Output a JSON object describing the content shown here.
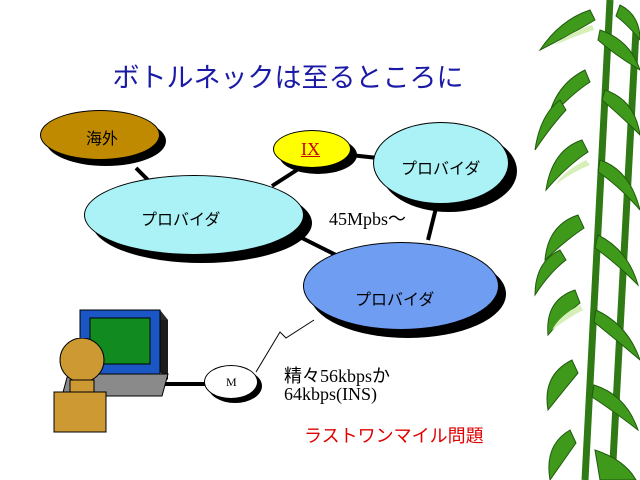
{
  "slide": {
    "title": "ボトルネックは至るところに",
    "nodes": {
      "overseas": "海外",
      "ix": "IX",
      "provider_left": "プロバイダ",
      "provider_top_right": "プロバイダ",
      "provider_bottom": "プロバイダ",
      "modem": "M"
    },
    "backbone_speed": "45Mpbs〜",
    "access_speed_line1": "精々56kbpsか",
    "access_speed_line2": "64kbps(INS)",
    "problem_label": "ラストワンマイル問題"
  },
  "colors": {
    "title": "#1a1aa6",
    "overseas_fill": "#c08a00",
    "ix_fill": "#ffff00",
    "ix_text": "#cc0000",
    "provider_light_fill": "#aaf2f6",
    "provider_blue_fill": "#6f9df2",
    "problem_text": "#e00000",
    "monitor_frame": "#1a56c4",
    "monitor_screen": "#118b1f",
    "user_fill": "#cc9933"
  }
}
